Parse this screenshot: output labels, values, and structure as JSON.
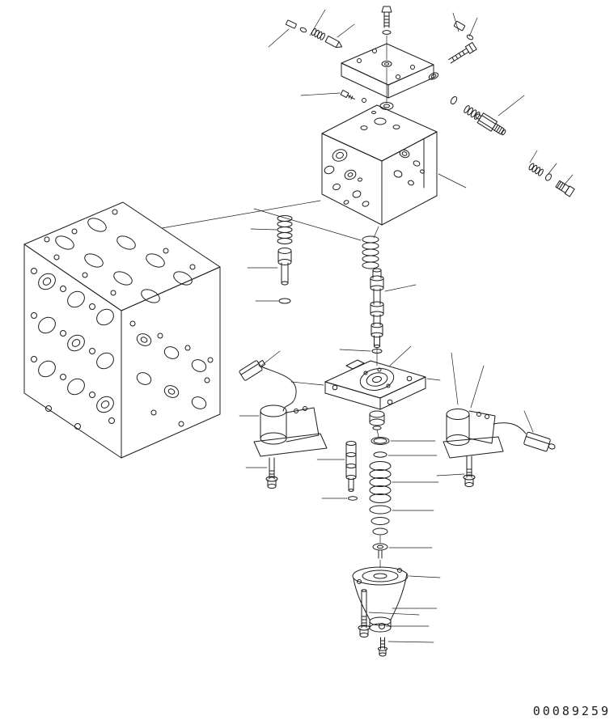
{
  "page": {
    "background": "#ffffff",
    "line_color": "#1c1c1c"
  },
  "diagram": {
    "kind": "exploded-parts-diagram",
    "part_number": "00089259",
    "components": [
      "top-mounting-bolt",
      "plug-and-o-ring",
      "check-valve-cartridge",
      "top-cover",
      "cover-bolt",
      "relief-valve-fitting",
      "plug-fittings",
      "main-valve-body",
      "manifold-block",
      "return-spring",
      "spool-cap",
      "o-ring",
      "main-spool",
      "pilot-cover-plate",
      "pilot-piston",
      "left-solenoid-valve",
      "left-cable-connector",
      "right-solenoid-valve",
      "right-cable-connector",
      "pilot-spring",
      "spring-seat",
      "pilot-valve-cone",
      "mounting-bolts"
    ]
  }
}
